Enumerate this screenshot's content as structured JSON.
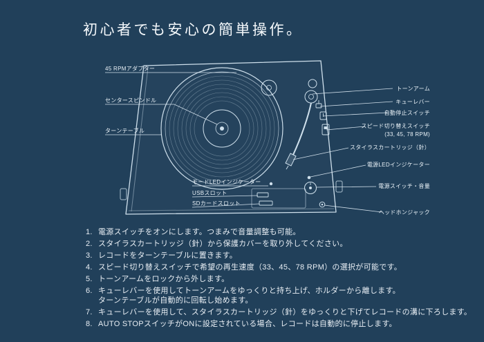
{
  "title": "初心者でも安心の簡単操作。",
  "colors": {
    "background": "#21405a",
    "line": "#cfe0ec",
    "text": "#edf3f8"
  },
  "diagram": {
    "left_labels": {
      "adapter": "45 RPMアダプター",
      "spindle": "センタースピンドル",
      "platter": "ターンテーブル"
    },
    "right_labels": {
      "tonearm": "トーンアーム",
      "cue_lever": "キューレバー",
      "auto_stop": "自動停止スイッチ",
      "speed_switch": "スピード切り替えスイッチ",
      "speed_switch_sub": "(33, 45, 78 RPM)",
      "stylus": "スタイラスカートリッジ（針）",
      "power_led": "電源LEDインジケーター",
      "power_volume": "電源スイッチ・音量",
      "headphone": "ヘッドホンジャック"
    },
    "bottom_labels": {
      "mode_led": "モードLEDインジケーター",
      "usb": "USBスロット",
      "sd": "SDカードスロット"
    }
  },
  "instructions": [
    {
      "num": "1.",
      "text": "電源スイッチをオンにします。つまみで音量調整も可能。"
    },
    {
      "num": "2.",
      "text": "スタイラスカートリッジ（針）から保護カバーを取り外してください。"
    },
    {
      "num": "3.",
      "text": "レコードをターンテーブルに置きます。"
    },
    {
      "num": "4.",
      "text": "スピード切り替えスイッチで希望の再生速度（33、45、78 RPM）の選択が可能です。"
    },
    {
      "num": "5.",
      "text": "トーンアームをロックから外します。"
    },
    {
      "num": "6.",
      "text": "キューレバーを使用してトーンアームをゆっくりと持ち上げ、ホルダーから離します。\nターンテーブルが自動的に回転し始めます。"
    },
    {
      "num": "7.",
      "text": "キューレバーを使用して、スタイラスカートリッジ（針）をゆっくりと下げてレコードの溝に下ろします。"
    },
    {
      "num": "8.",
      "text": "AUTO STOPスイッチがONに設定されている場合、レコードは自動的に停止します。"
    }
  ]
}
